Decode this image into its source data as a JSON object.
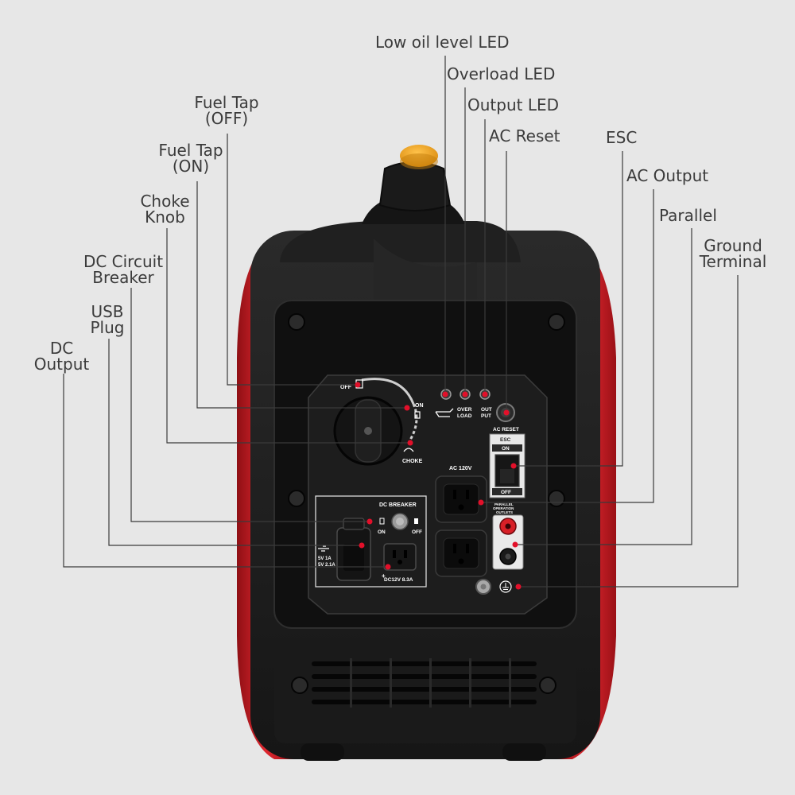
{
  "callouts": {
    "low_oil_led": "Low oil level LED",
    "overload_led": "Overload LED",
    "output_led": "Output LED",
    "ac_reset": "AC Reset",
    "esc": "ESC",
    "ac_output": "AC Output",
    "parallel": "Parallel",
    "ground_terminal": [
      "Ground",
      "Terminal"
    ],
    "fuel_tap_off": [
      "Fuel Tap",
      "(OFF)"
    ],
    "fuel_tap_on": [
      "Fuel Tap",
      "(ON)"
    ],
    "choke_knob": [
      "Choke",
      "Knob"
    ],
    "dc_circuit_breaker": [
      "DC Circuit",
      "Breaker"
    ],
    "usb_plug": [
      "USB",
      "Plug"
    ],
    "dc_output": [
      "DC",
      "Output"
    ]
  },
  "panel": {
    "off": "OFF",
    "on": "ON",
    "choke": "CHOKE",
    "overload": [
      "OVER",
      "LOAD"
    ],
    "output": [
      "OUT",
      "PUT"
    ],
    "ac_reset": "AC RESET",
    "esc": "ESC",
    "esc_on": "ON",
    "esc_off": "OFF",
    "ac_120v": "AC 120V",
    "parallel_outlets": [
      "PARALLEL",
      "OPERATION",
      "OUTLETS"
    ],
    "dc_breaker": "DC BREAKER",
    "breaker_on": "ON",
    "breaker_off": "OFF",
    "usb_rating": [
      "5V 1A",
      "5V 2.1A"
    ],
    "dc_rating": "DC12V 8.3A"
  },
  "colors": {
    "background": "#e7e7e7",
    "body": "#1c1c1c",
    "red_shell": "#d71f26",
    "fuel_cap": "#f2a21b",
    "callout_line": "#3b3b3b",
    "marker": "#e2102a"
  }
}
